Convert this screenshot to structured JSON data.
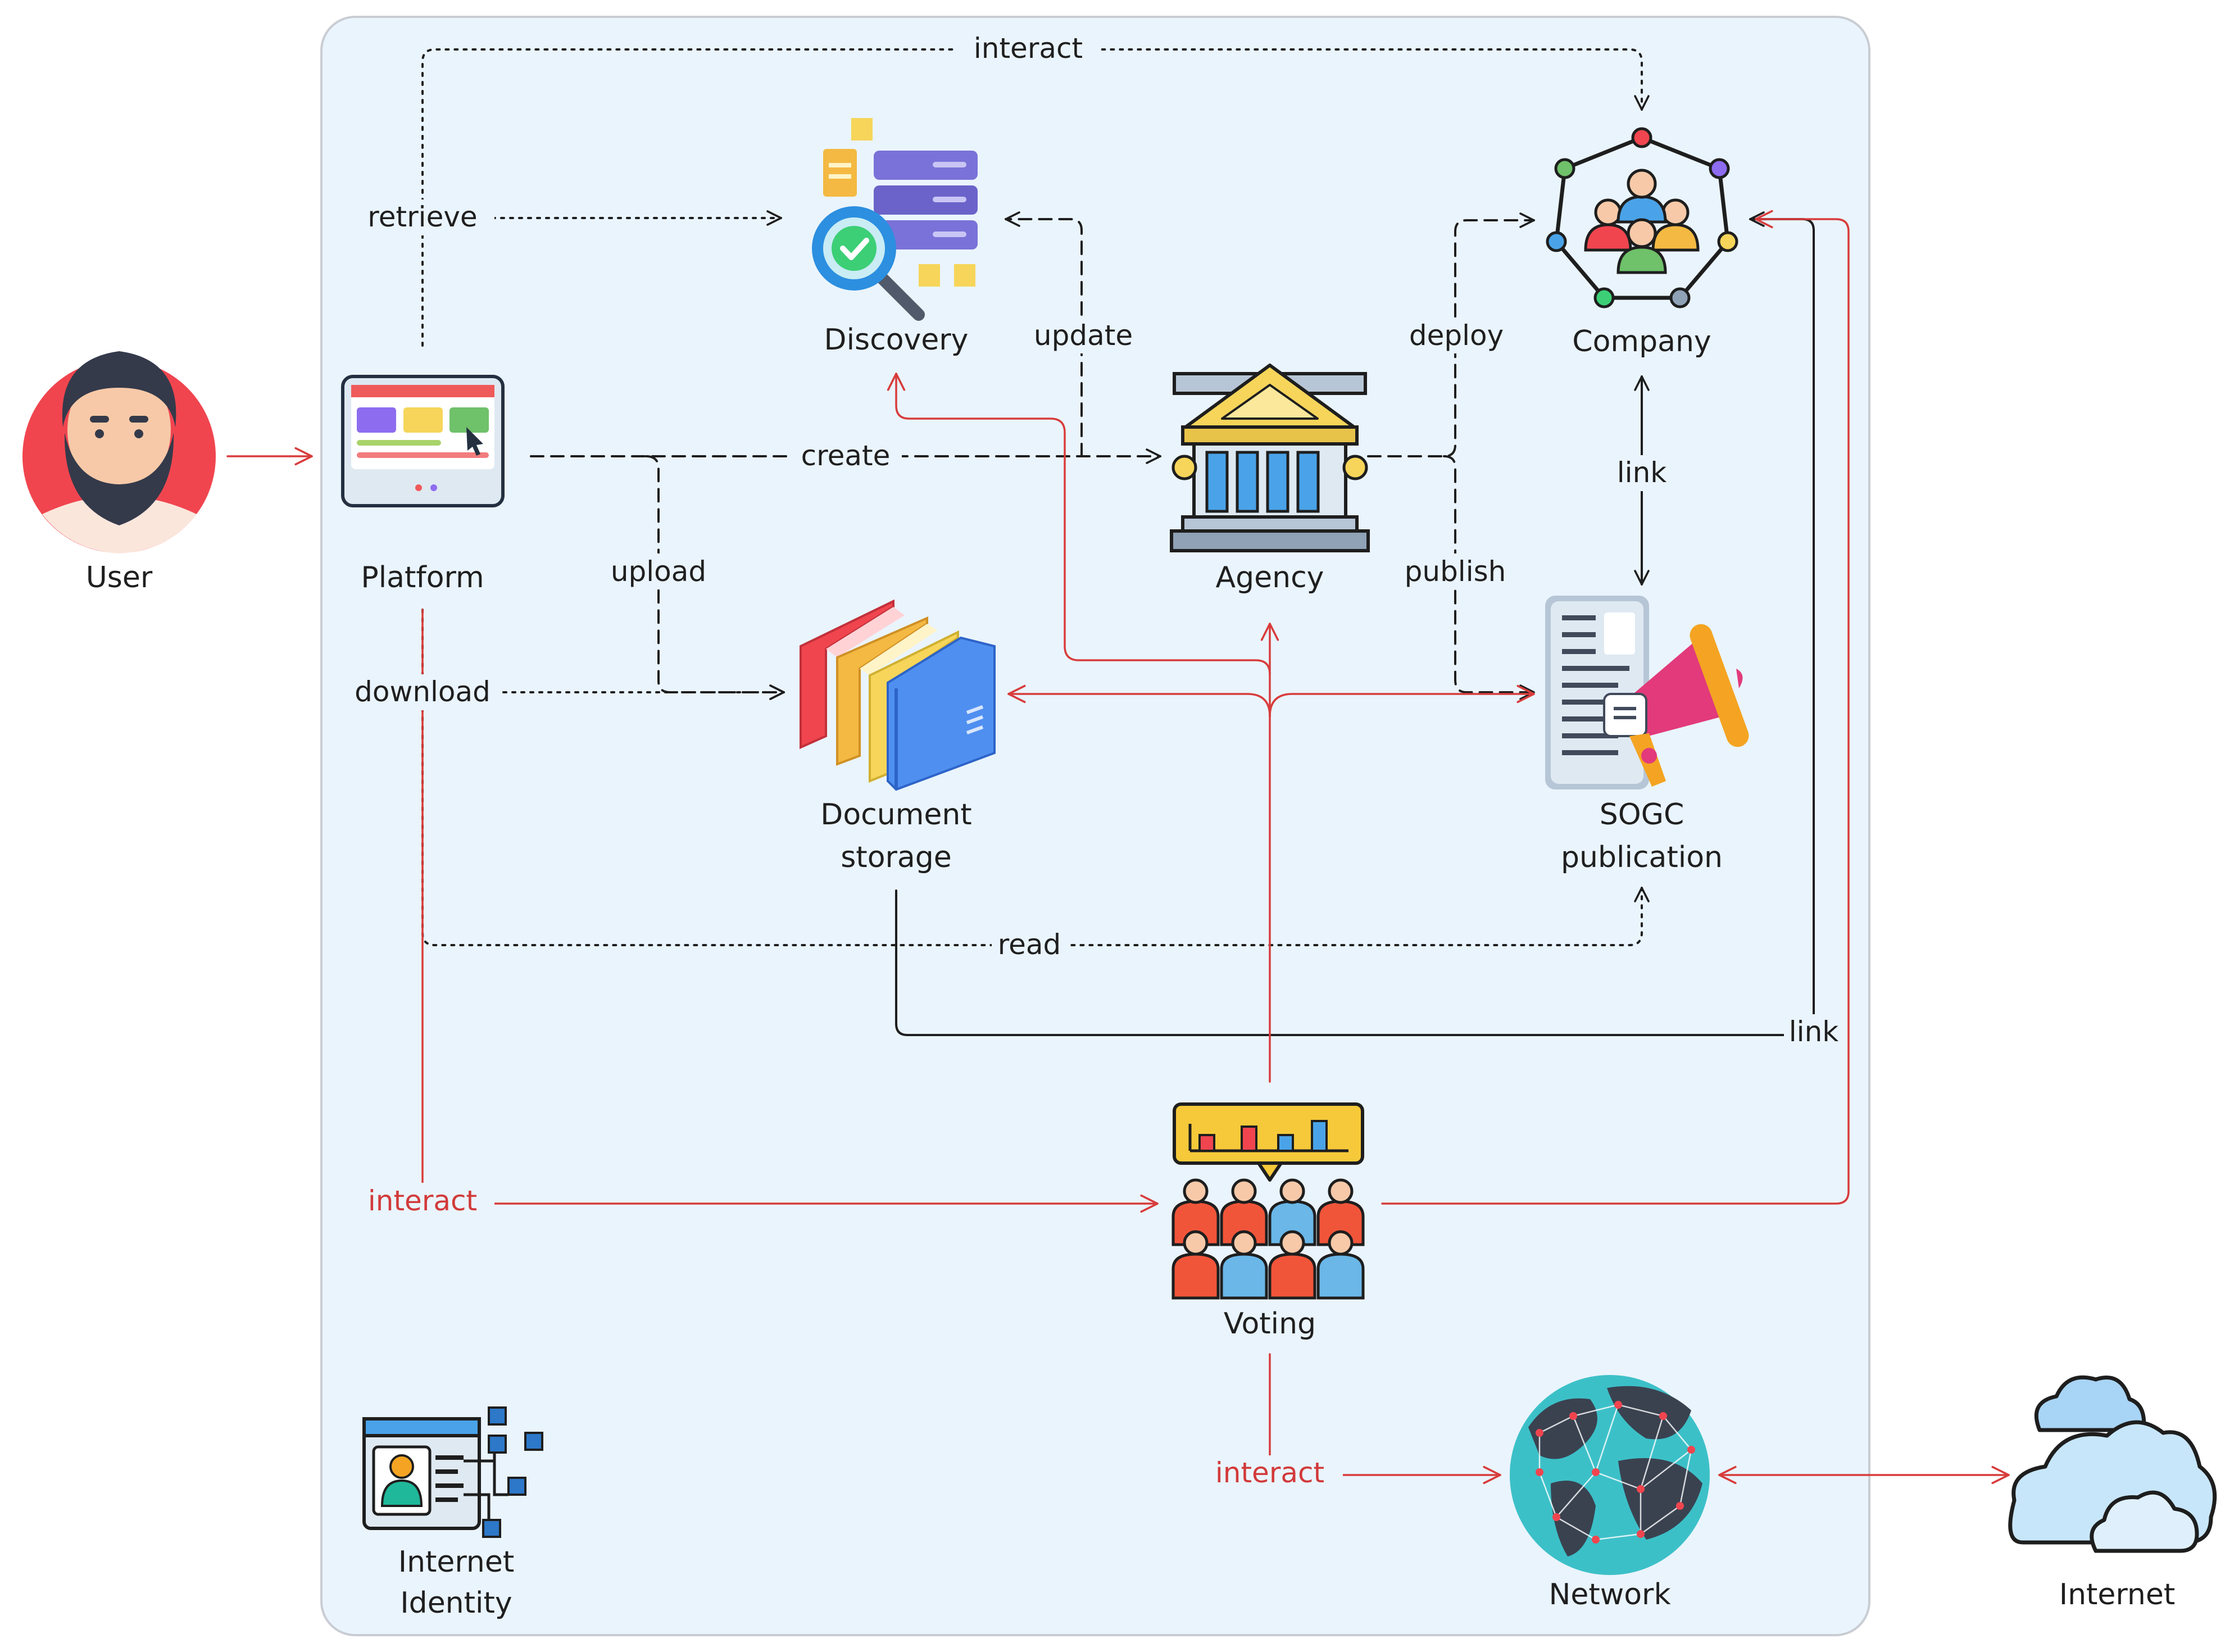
{
  "nodes": {
    "user": "User",
    "platform": "Platform",
    "discovery": "Discovery",
    "agency": "Agency",
    "company": "Company",
    "document_storage_line1": "Document",
    "document_storage_line2": "storage",
    "sogc_line1": "SOGC",
    "sogc_line2": "publication",
    "voting": "Voting",
    "internet_identity_line1": "Internet",
    "internet_identity_line2": "Identity",
    "network": "Network",
    "internet": "Internet"
  },
  "edges": {
    "interact_top": "interact",
    "retrieve": "retrieve",
    "update": "update",
    "deploy": "deploy",
    "create": "create",
    "upload": "upload",
    "publish": "publish",
    "link_company_sogc": "link",
    "download": "download",
    "read": "read",
    "link_bottom": "link",
    "interact_voting": "interact",
    "interact_network": "interact"
  },
  "colors": {
    "boundary_fill": "#eaf4fd",
    "boundary_stroke": "#c9cdd3",
    "black_edge": "#1e1e1e",
    "red_edge": "#d83c3c"
  },
  "icons": {
    "user": "bearded-man-avatar-icon",
    "platform": "desktop-monitor-icon",
    "discovery": "server-search-icon",
    "agency": "government-building-icon",
    "company": "people-network-icon",
    "document_storage": "folders-icon",
    "sogc": "megaphone-document-icon",
    "voting": "voting-crowd-chart-icon",
    "internet_identity": "identity-card-icon",
    "network": "globe-network-icon",
    "internet": "cloud-icon"
  }
}
